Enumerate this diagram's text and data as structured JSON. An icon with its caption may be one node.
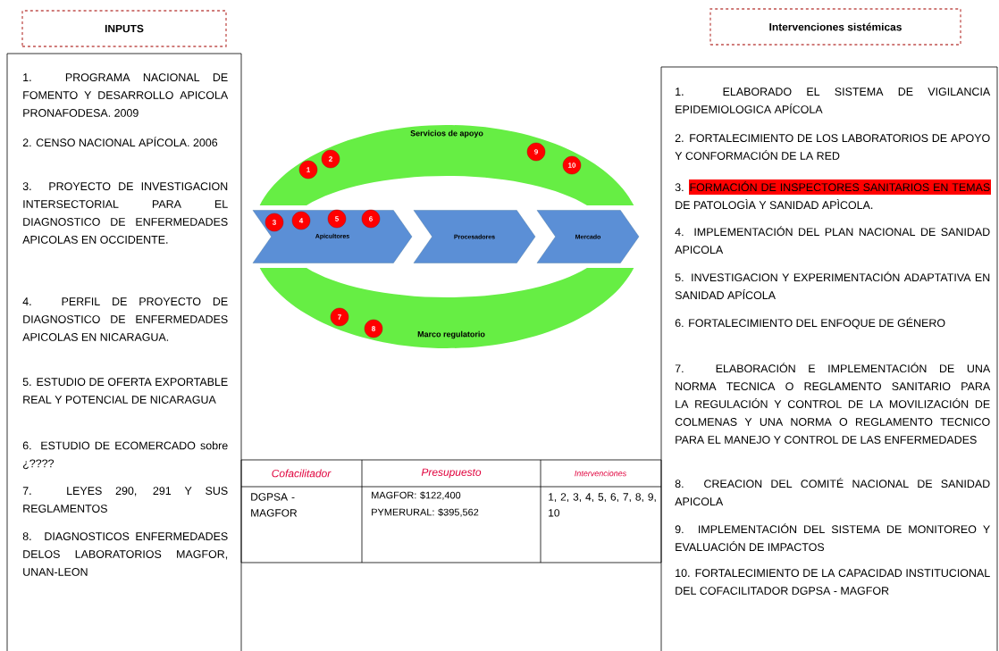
{
  "diagram": {
    "nodes": [
      {
        "text": [
          "INPUTS"
        ]
      },
      {
        "text": [
          "Intervenciones sistémicas"
        ]
      },
      {
        "text": [
          "1. PROGRAMA NACIONAL DE FOMENTO Y DESARROLLO APICOLA PRONAFODESA. 2009",
          "2. CENSO NACIONAL APÍCOLA. 2006",
          "3. PROYECTO DE INVESTIGACION INTERSECTORIAL PARA EL DIAGNOSTICO DE ENFERMEDADES APICOLAS EN OCCIDENTE.",
          "4. PERFIL DE PROYECTO DE DIAGNOSTICO DE ENFERMEDADES APICOLAS EN NICARAGUA.",
          "5. ESTUDIO DE OFERTA EXPORTABLE REAL Y POTENCIAL DE NICARAGUA",
          "6. ESTUDIO DE ECOMERCADO sobre ¿????",
          "7. LEYES 290, 291 Y SUS REGLAMENTOS",
          "8. DIAGNOSTICOS ENFERMEDADES DELOS LABORATORIOS MAGFOR, UNAN-LEON"
        ]
      },
      {
        "text": [
          "Servicios de apoyo"
        ]
      },
      {
        "text": [
          "1"
        ],
        "in": 3
      },
      {
        "text": [
          "2"
        ],
        "in": 3
      },
      {
        "text": [
          "9"
        ],
        "in": 3
      },
      {
        "text": [
          "10"
        ],
        "in": 3
      },
      {
        "text": [
          "Apicultores"
        ]
      },
      {
        "text": [
          "3"
        ],
        "in": 8
      },
      {
        "text": [
          "4"
        ],
        "in": 8
      },
      {
        "text": [
          "5"
        ],
        "in": 8
      },
      {
        "text": [
          "6"
        ],
        "in": 8
      },
      {
        "text": [
          "Procesadores"
        ]
      },
      {
        "text": [
          "Mercado"
        ]
      },
      {
        "text": [
          "Marco regulatorio"
        ]
      },
      {
        "text": [
          "7"
        ],
        "in": 15
      },
      {
        "text": [
          "8"
        ],
        "in": 15
      },
      {
        "text": [
          "1. ELABORADO EL SISTEMA DE VIGILANCIA EPIDEMIOLOGICA APÍCOLA",
          "2. FORTALECIMIENTO DE LOS LABORATORIOS DE APOYO Y CONFORMACIÓN DE LA RED",
          "3. FORMACIÓN DE INSPECTORES SANITARIOS EN TEMAS DE PATOLOGÌA Y SANIDAD APÌCOLA.",
          "4. IMPLEMENTACIÓN DEL PLAN NACIONAL DE SANIDAD APICOLA",
          "5. INVESTIGACION Y EXPERIMENTACIÓN ADAPTATIVA EN SANIDAD APÍCOLA",
          "6. FORTALECIMIENTO DEL ENFOQUE DE GÉNERO",
          "7. ELABORACIÓN E IMPLEMENTACIÓN DE UNA NORMA TECNICA O REGLAMENTO SANITARIO PARA LA REGULACIÓN Y CONTROL DE LA MOVILIZACIÓN DE COLMENAS Y UNA NORMA O REGLAMENTO TECNICO PARA EL MANEJO Y CONTROL DE LAS ENFERMEDADES",
          "8. CREACION DEL COMITÉ NACIONAL DE SANIDAD APICOLA",
          "9. IMPLEMENTACIÓN DEL SISTEMA DE MONITOREO Y EVALUACIÓN DE IMPACTOS",
          "10. FORTALECIMIENTO DE LA CAPACIDAD INSTITUCIONAL DEL COFACILITADOR DGPSA - MAGFOR"
        ]
      }
    ],
    "labels": [
      "Cofacilitador",
      "Presupuesto",
      "Intervenciones",
      "DGPSA - MAGFOR",
      "MAGFOR: $122,400",
      "PYMERURAL: $395,562",
      "1, 2, 3, 4, 5, 6, 7, 8, 9, 10"
    ]
  }
}
